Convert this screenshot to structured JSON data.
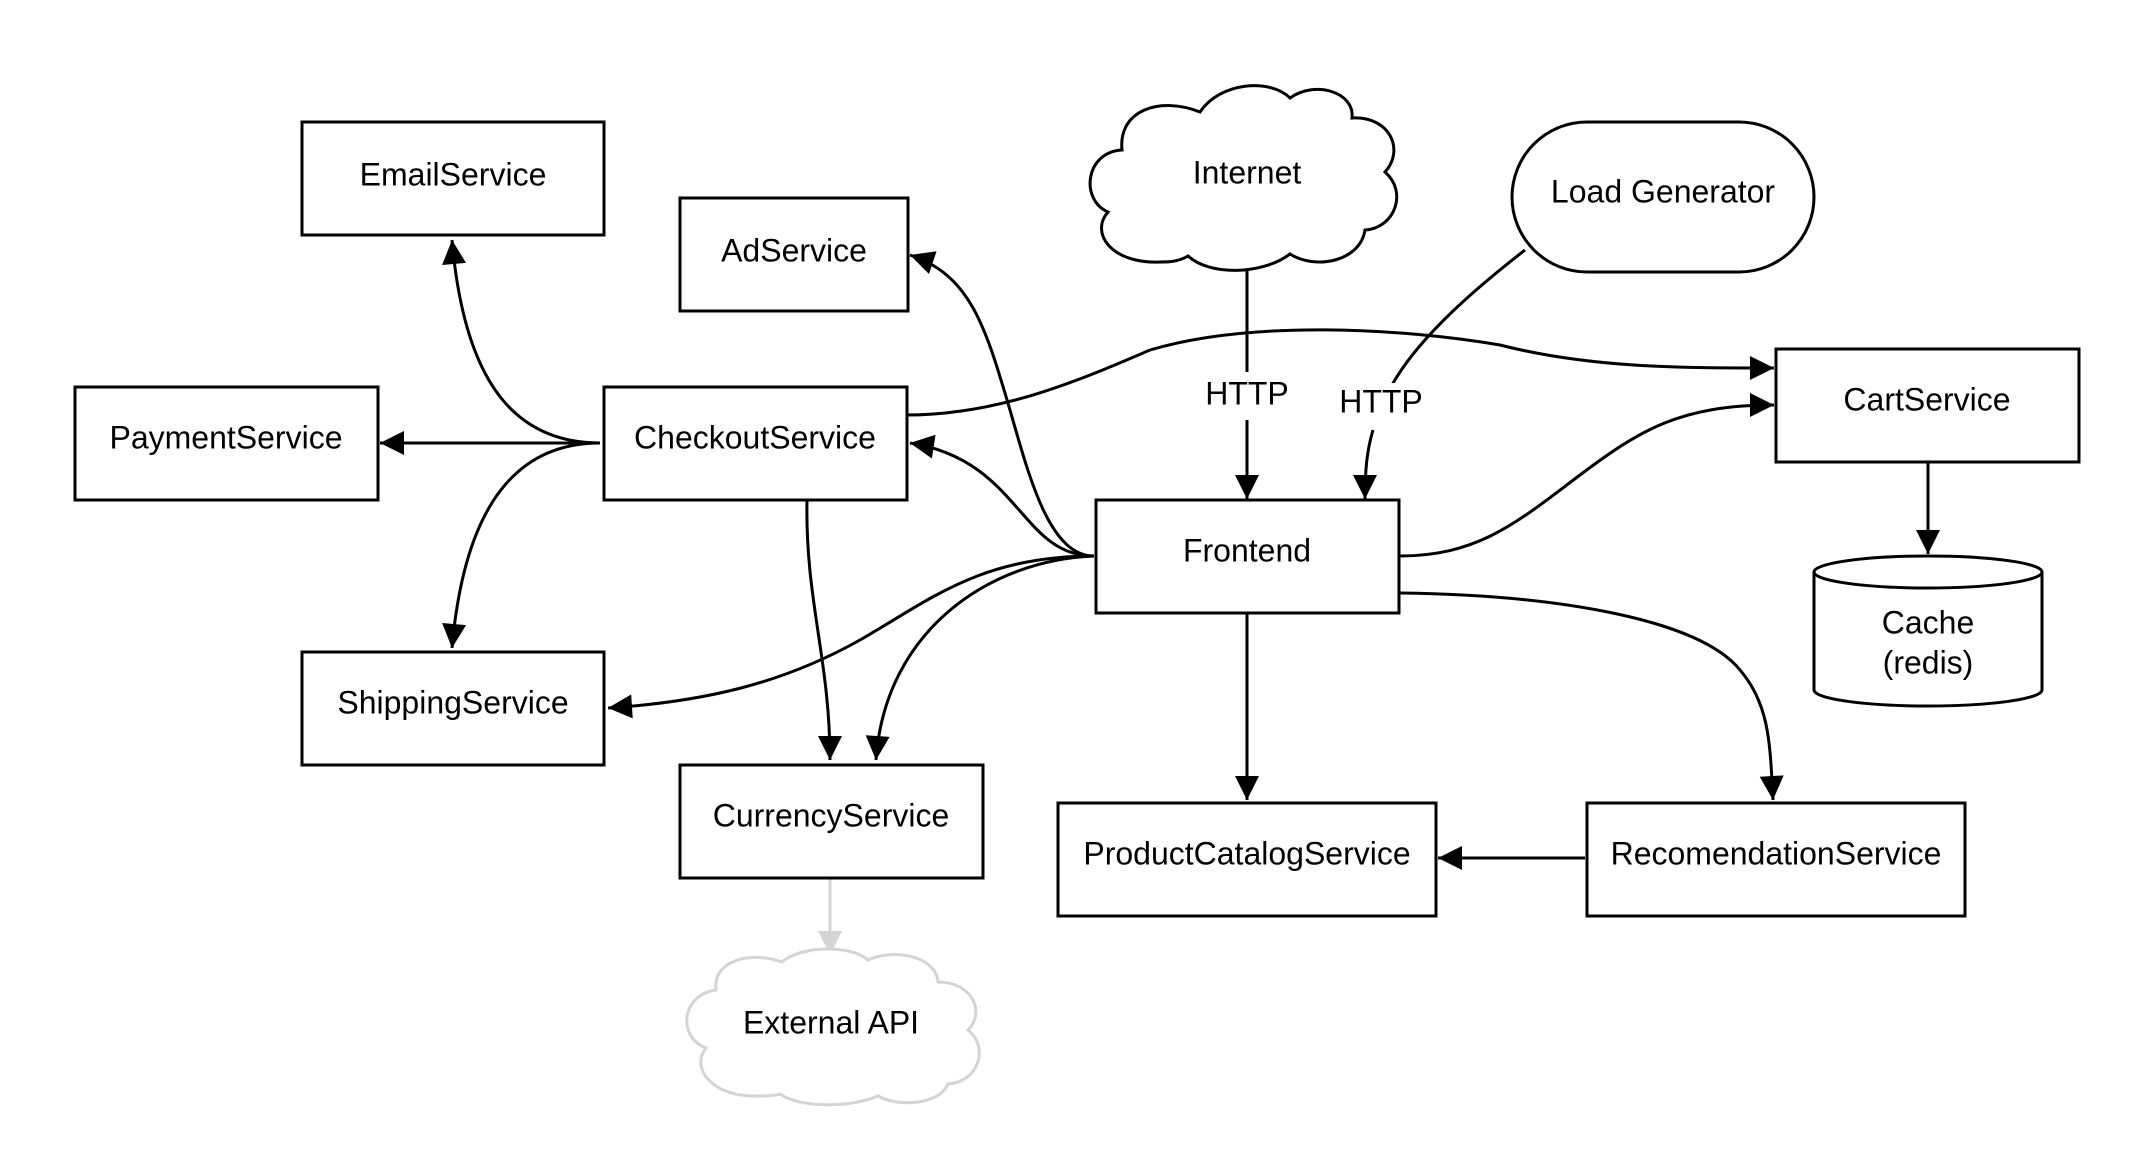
{
  "nodes": {
    "email_service": "EmailService",
    "ad_service": "AdService",
    "internet": "Internet",
    "load_generator": "Load Generator",
    "payment_service": "PaymentService",
    "checkout_service": "CheckoutService",
    "cart_service": "CartService",
    "frontend": "Frontend",
    "cache_line1": "Cache",
    "cache_line2": "(redis)",
    "shipping_service": "ShippingService",
    "currency_service": "CurrencyService",
    "product_catalog_service": "ProductCatalogService",
    "recommendation_service": "RecomendationService",
    "external_api": "External API"
  },
  "edge_labels": {
    "internet_http": "HTTP",
    "loadgen_http": "HTTP"
  },
  "colors": {
    "stroke": "#000000",
    "faded": "#d4d4d4",
    "background": "#ffffff"
  }
}
